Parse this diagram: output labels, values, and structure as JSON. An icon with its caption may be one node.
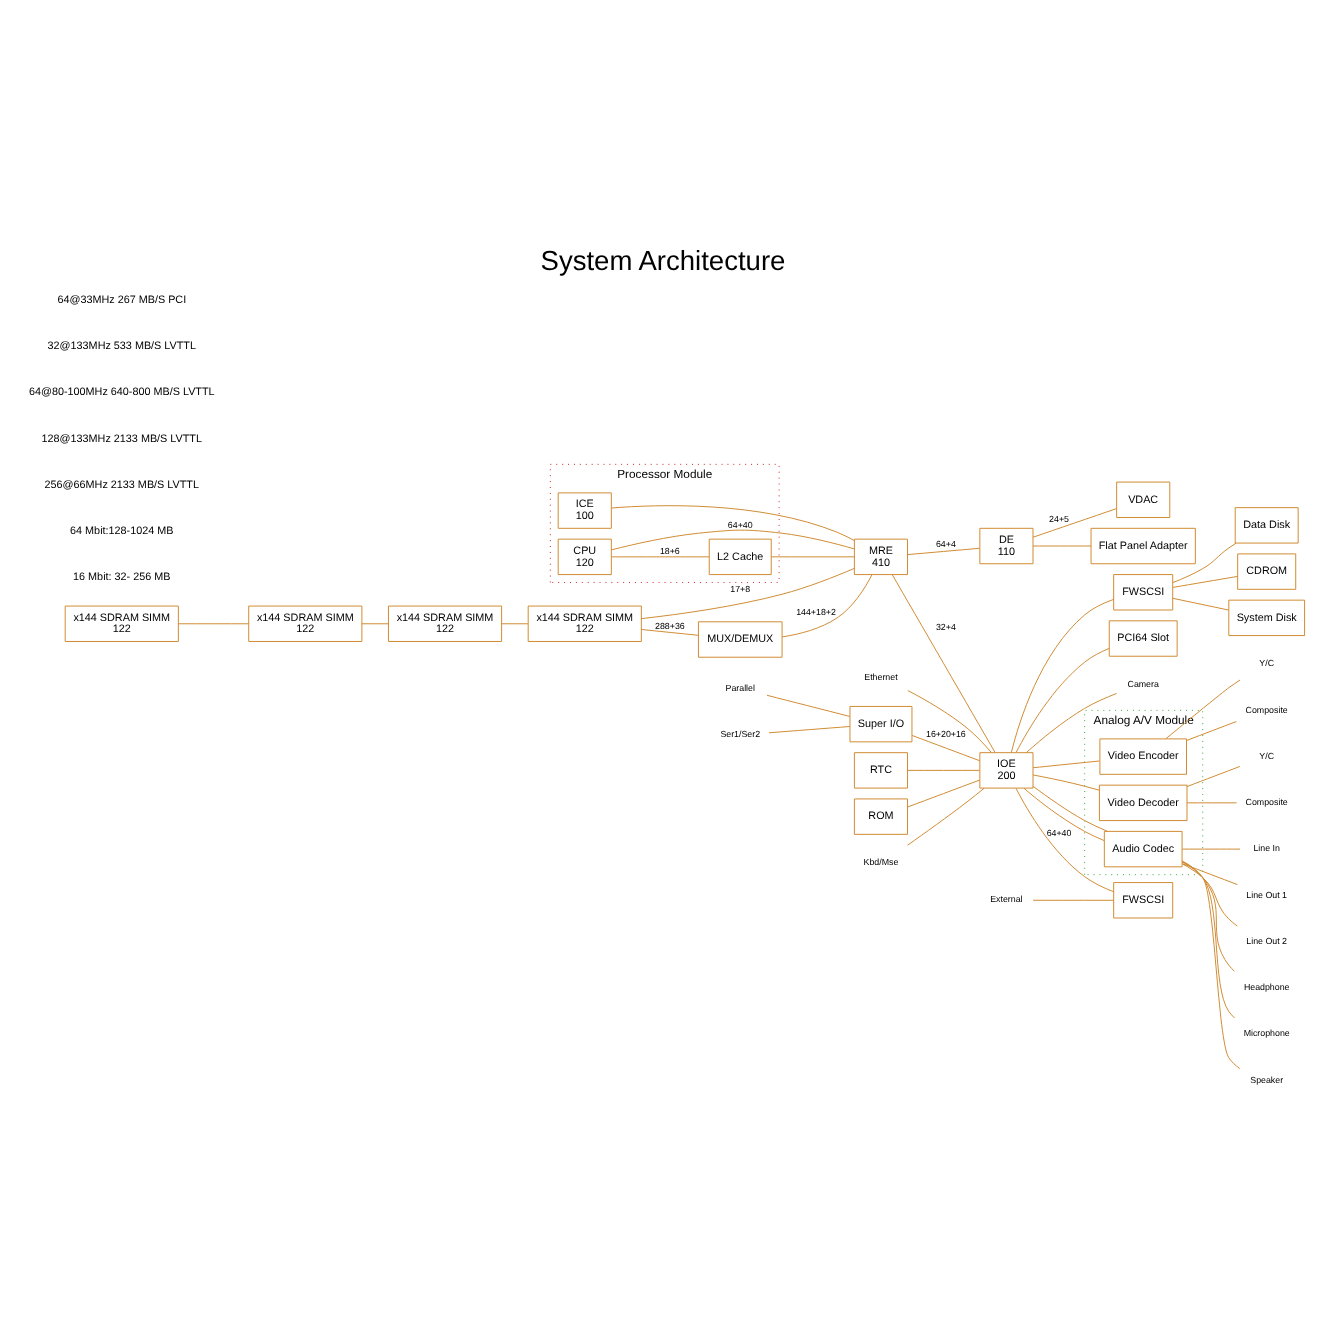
{
  "diagram": {
    "title": "System Architecture",
    "nodes": [
      {
        "text": [
          "x144 SDRAM SIMM",
          "122"
        ]
      },
      {
        "text": [
          "x144 SDRAM SIMM",
          "122"
        ]
      },
      {
        "text": [
          "x144 SDRAM SIMM",
          "122"
        ]
      },
      {
        "text": [
          "x144 SDRAM SIMM",
          "122"
        ]
      },
      {
        "text": [
          "MUX/DEMUX"
        ]
      },
      {
        "text": [
          "Processor Module"
        ]
      },
      {
        "text": [
          "CPU",
          "120"
        ],
        "in": 5
      },
      {
        "text": [
          "L2 Cache"
        ],
        "in": 5
      },
      {
        "text": [
          "ICE",
          "100"
        ],
        "in": 5
      },
      {
        "text": [
          "MRE",
          "410"
        ]
      },
      {
        "text": [
          "DE",
          "110"
        ]
      },
      {
        "text": [
          "VDAC"
        ]
      },
      {
        "text": [
          "Flat Panel Adapter"
        ]
      },
      {
        "text": [
          "Super I/O"
        ]
      },
      {
        "text": [
          "IOE",
          "200"
        ]
      },
      {
        "text": [
          "RTC"
        ]
      },
      {
        "text": [
          "ROM"
        ]
      },
      {
        "text": [
          "Analog A/V Module"
        ]
      },
      {
        "text": [
          "Audio Codec"
        ],
        "in": 17
      },
      {
        "text": [
          "Video Encoder"
        ],
        "in": 17
      },
      {
        "text": [
          "Video Decoder"
        ],
        "in": 17
      },
      {
        "text": [
          "FWSCSI"
        ]
      },
      {
        "text": [
          "FWSCSI"
        ]
      },
      {
        "text": [
          "PCI64 Slot"
        ]
      },
      {
        "text": [
          "System Disk"
        ]
      },
      {
        "text": [
          "Data Disk"
        ]
      },
      {
        "text": [
          "CDROM"
        ]
      },
      {
        "text": [
          "Ser1/Ser2"
        ]
      },
      {
        "text": [
          "Parallel"
        ]
      },
      {
        "text": [
          "Kbd/Mse"
        ]
      },
      {
        "text": [
          "Ethernet"
        ]
      },
      {
        "text": [
          "External"
        ]
      },
      {
        "text": [
          "Headphone"
        ]
      },
      {
        "text": [
          "Microphone"
        ]
      },
      {
        "text": [
          "Speaker"
        ]
      },
      {
        "text": [
          "Line In"
        ]
      },
      {
        "text": [
          "Line Out 1"
        ]
      },
      {
        "text": [
          "Line Out 2"
        ]
      },
      {
        "text": [
          "Composite"
        ]
      },
      {
        "text": [
          "Y/C"
        ]
      },
      {
        "text": [
          "Composite"
        ]
      },
      {
        "text": [
          "Y/C"
        ]
      },
      {
        "text": [
          "Camera"
        ]
      }
    ],
    "edges": [
      {
        "from": 0,
        "to": 1,
        "arrow": "none"
      },
      {
        "from": 1,
        "to": 2,
        "arrow": "none"
      },
      {
        "from": 2,
        "to": 3,
        "arrow": "none"
      },
      {
        "from": 3,
        "to": 4,
        "arrow": "none",
        "label": "288+36"
      },
      {
        "from": 3,
        "to": 9,
        "arrow": "none",
        "label": "17+8"
      },
      {
        "from": 4,
        "to": 9,
        "arrow": "none",
        "label": "144+18+2"
      },
      {
        "from": 6,
        "to": 9,
        "arrow": "none",
        "label": "64+40"
      },
      {
        "from": 7,
        "to": 9,
        "arrow": "none"
      },
      {
        "from": 8,
        "to": 9,
        "arrow": "none"
      },
      {
        "from": 6,
        "to": 7,
        "arrow": "none",
        "label": "18+6"
      },
      {
        "from": 9,
        "to": 10,
        "arrow": "none",
        "label": "64+4"
      },
      {
        "from": 10,
        "to": 11,
        "arrow": "none",
        "label": "24+5"
      },
      {
        "from": 10,
        "to": 12,
        "arrow": "none"
      },
      {
        "from": 9,
        "to": 14,
        "arrow": "none",
        "label": "32+4"
      },
      {
        "from": 13,
        "to": 14,
        "arrow": "none",
        "label": "16+20+16"
      },
      {
        "from": 15,
        "to": 14,
        "arrow": "none"
      },
      {
        "from": 16,
        "to": 14,
        "arrow": "none"
      },
      {
        "from": 27,
        "to": 13,
        "arrow": "none"
      },
      {
        "from": 28,
        "to": 13,
        "arrow": "none"
      },
      {
        "from": 29,
        "to": 14,
        "arrow": "none"
      },
      {
        "from": 30,
        "to": 14,
        "arrow": "none"
      },
      {
        "from": 14,
        "to": 18,
        "arrow": "none"
      },
      {
        "from": 14,
        "to": 18,
        "arrow": "none"
      },
      {
        "from": 14,
        "to": 19,
        "arrow": "none"
      },
      {
        "from": 14,
        "to": 20,
        "arrow": "none"
      },
      {
        "from": 14,
        "to": 42,
        "arrow": "none"
      },
      {
        "from": 14,
        "to": 21,
        "arrow": "none",
        "label": "64+40"
      },
      {
        "from": 14,
        "to": 22,
        "arrow": "none"
      },
      {
        "from": 14,
        "to": 23,
        "arrow": "none"
      },
      {
        "from": 31,
        "to": 21,
        "arrow": "none"
      },
      {
        "from": 22,
        "to": 24,
        "arrow": "none"
      },
      {
        "from": 22,
        "to": 25,
        "arrow": "none"
      },
      {
        "from": 22,
        "to": 26,
        "arrow": "none"
      },
      {
        "from": 18,
        "to": 32,
        "arrow": "none"
      },
      {
        "from": 18,
        "to": 33,
        "arrow": "none"
      },
      {
        "from": 18,
        "to": 34,
        "arrow": "none"
      },
      {
        "from": 18,
        "to": 35,
        "arrow": "none"
      },
      {
        "from": 18,
        "to": 36,
        "arrow": "none"
      },
      {
        "from": 18,
        "to": 37,
        "arrow": "none"
      },
      {
        "from": 19,
        "to": 38,
        "arrow": "none"
      },
      {
        "from": 19,
        "to": 39,
        "arrow": "none"
      },
      {
        "from": 20,
        "to": 40,
        "arrow": "none"
      },
      {
        "from": 20,
        "to": 41,
        "arrow": "none"
      }
    ],
    "labels": [
      "16 Mbit: 32- 256 MB",
      "64 Mbit:128-1024 MB",
      "256@66MHz 2133 MB/S LVTTL",
      "128@133MHz 2133 MB/S LVTTL",
      "64@80-100MHz 640-800 MB/S LVTTL",
      "32@133MHz 533 MB/S LVTTL",
      "64@33MHz 267 MB/S PCI"
    ]
  }
}
